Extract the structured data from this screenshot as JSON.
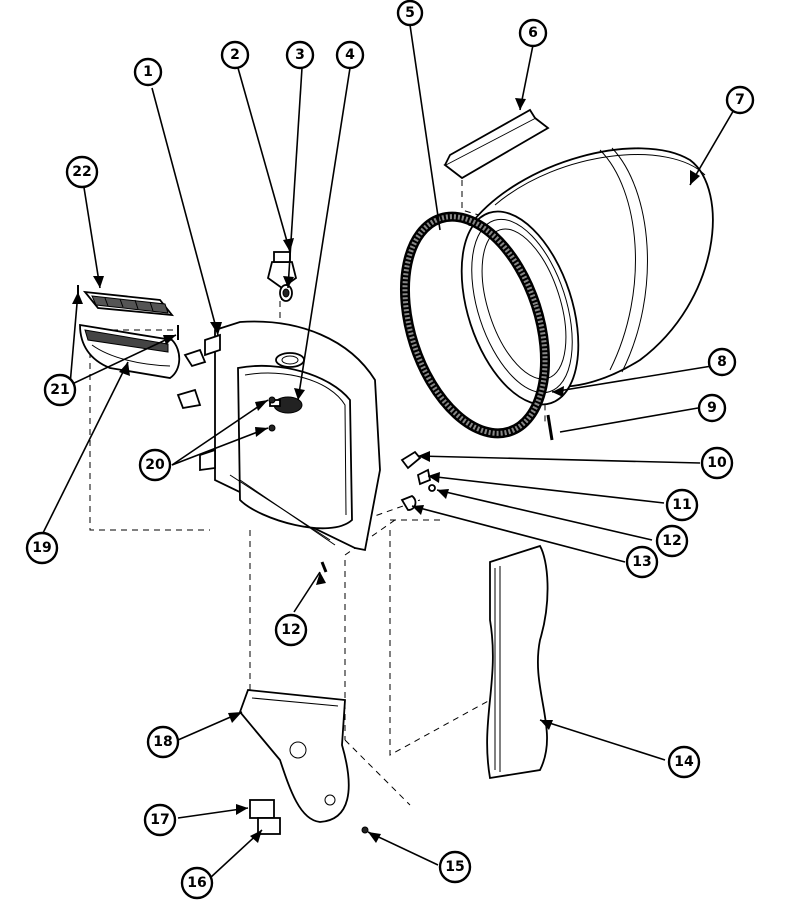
{
  "diagram": {
    "callouts": [
      {
        "id": "1",
        "label": "1"
      },
      {
        "id": "2",
        "label": "2"
      },
      {
        "id": "3",
        "label": "3"
      },
      {
        "id": "4",
        "label": "4"
      },
      {
        "id": "5",
        "label": "5"
      },
      {
        "id": "6",
        "label": "6"
      },
      {
        "id": "7",
        "label": "7"
      },
      {
        "id": "8",
        "label": "8"
      },
      {
        "id": "9",
        "label": "9"
      },
      {
        "id": "10",
        "label": "10"
      },
      {
        "id": "11",
        "label": "11"
      },
      {
        "id": "12a",
        "label": "12"
      },
      {
        "id": "12b",
        "label": "12"
      },
      {
        "id": "13",
        "label": "13"
      },
      {
        "id": "14",
        "label": "14"
      },
      {
        "id": "15",
        "label": "15"
      },
      {
        "id": "16",
        "label": "16"
      },
      {
        "id": "17",
        "label": "17"
      },
      {
        "id": "18",
        "label": "18"
      },
      {
        "id": "19",
        "label": "19"
      },
      {
        "id": "20",
        "label": "20"
      },
      {
        "id": "21",
        "label": "21"
      },
      {
        "id": "22",
        "label": "22"
      }
    ]
  }
}
